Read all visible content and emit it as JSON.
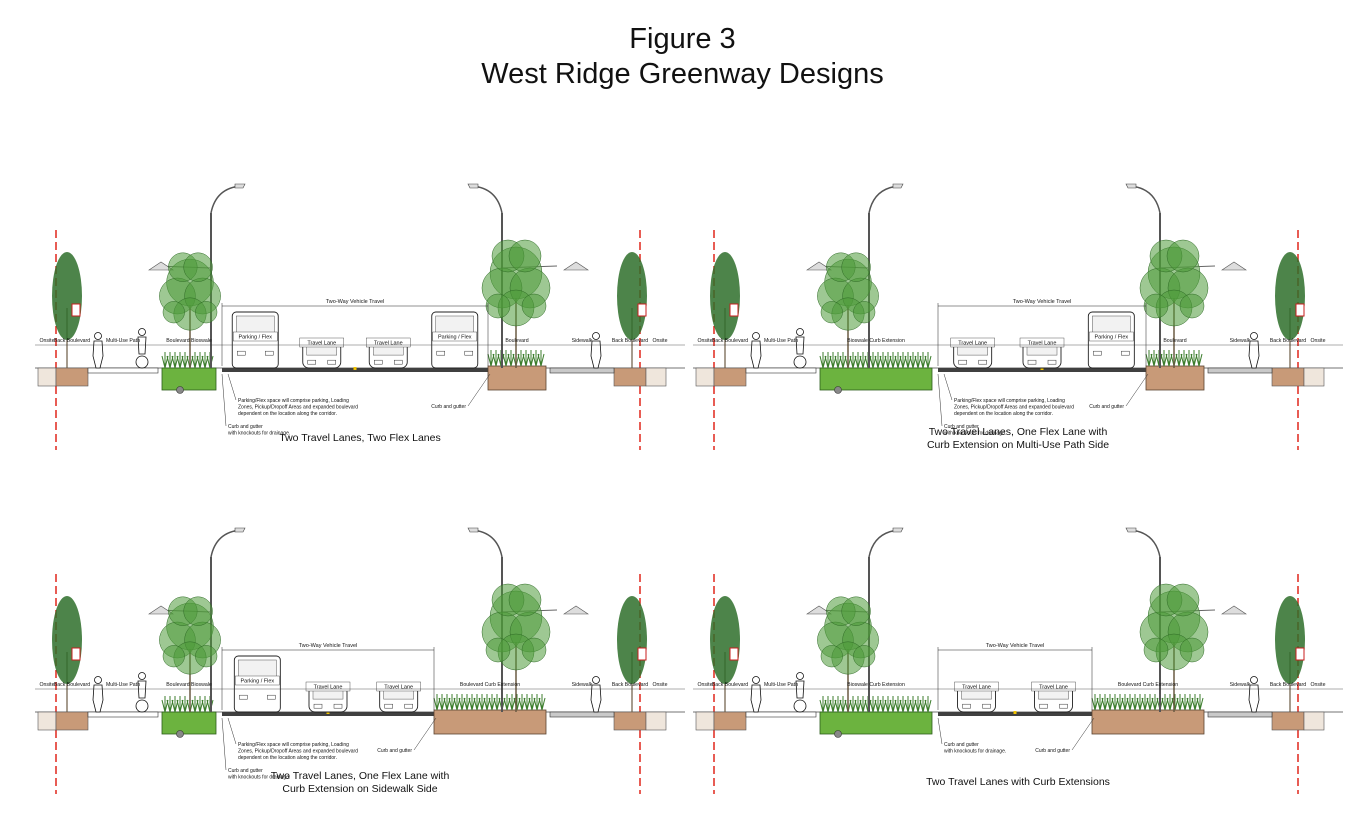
{
  "figure": {
    "title_line1": "Figure 3",
    "title_line2": "West Ridge Greenway Designs"
  },
  "colors": {
    "planter_soil": "#c89a78",
    "bioswale_green": "#6cb33f",
    "tree_green": "#4f9a3a",
    "property_line": "#e0261c",
    "asphalt": "#404040",
    "sign_red": "#c81e1e"
  },
  "panels": [
    {
      "id": "p1",
      "caption_line1": "Two Travel Lanes, Two Flex Lanes",
      "caption_line2": "",
      "travel_label": "Two-Way Vehicle Travel",
      "left_labels": [
        "Onsite",
        "Back Boulevard",
        "Multi-Use Path",
        "Boulevard Bioswale"
      ],
      "lane_labels": [
        "Parking / Flex",
        "Travel Lane",
        "Travel Lane",
        "Parking / Flex"
      ],
      "right_labels": [
        "Boulevard",
        "Sidewalk",
        "Back Boulevard",
        "Onsite"
      ],
      "note_parking": [
        "Parking/Flex space will comprise parking, Loading",
        "Zones, Pickup/Dropoff Areas and expanded boulevard",
        "dependent on the location along the corridor."
      ],
      "note_curb_knock": [
        "Curb and gutter",
        "with knockouts for drainage."
      ],
      "note_curb": "Curb and gutter"
    },
    {
      "id": "p2",
      "caption_line1": "Two Travel Lanes, One Flex Lane with",
      "caption_line2": "Curb Extension on Multi-Use Path Side",
      "travel_label": "Two-Way Vehicle Travel",
      "left_labels": [
        "Onsite",
        "Back Boulevard",
        "Multi-Use Path",
        "Bioswale Curb Extension"
      ],
      "lane_labels": [
        "Travel Lane",
        "Travel Lane",
        "Parking / Flex"
      ],
      "right_labels": [
        "Boulevard",
        "Sidewalk",
        "Back Boulevard",
        "Onsite"
      ],
      "note_parking": [
        "Parking/Flex space will comprise parking, Loading",
        "Zones, Pickup/Dropoff Areas and expanded boulevard",
        "dependent on the location along the corridor."
      ],
      "note_curb_knock": [
        "Curb and gutter",
        "with knockouts for drainage."
      ],
      "note_curb": "Curb and gutter"
    },
    {
      "id": "p3",
      "caption_line1": "Two Travel Lanes, One Flex Lane with",
      "caption_line2": "Curb Extension on Sidewalk Side",
      "travel_label": "Two-Way Vehicle Travel",
      "left_labels": [
        "Onsite",
        "Back Boulevard",
        "Multi-Use Path",
        "Boulevard Bioswale"
      ],
      "lane_labels": [
        "Parking / Flex",
        "Travel Lane",
        "Travel Lane"
      ],
      "right_labels": [
        "Boulevard Curb Extension",
        "Sidewalk",
        "Back Boulevard",
        "Onsite"
      ],
      "note_parking": [
        "Parking/Flex space will comprise parking, Loading",
        "Zones, Pickup/Dropoff Areas and expanded boulevard",
        "dependent on the location along the corridor."
      ],
      "note_curb_knock": [
        "Curb and gutter",
        "with knockouts for drainage."
      ],
      "note_curb": "Curb and gutter"
    },
    {
      "id": "p4",
      "caption_line1": "Two Travel Lanes with Curb Extensions",
      "caption_line2": "",
      "travel_label": "Two-Way Vehicle Travel",
      "left_labels": [
        "Onsite",
        "Back Boulevard",
        "Multi-Use Path",
        "Bioswale Curb Extension"
      ],
      "lane_labels": [
        "Travel Lane",
        "Travel Lane"
      ],
      "right_labels": [
        "Boulevard Curb Extension",
        "Sidewalk",
        "Back Boulevard",
        "Onsite"
      ],
      "note_parking": [],
      "note_curb_knock": [
        "Curb and gutter",
        "with knockouts for drainage."
      ],
      "note_curb": "Curb and gutter"
    }
  ]
}
